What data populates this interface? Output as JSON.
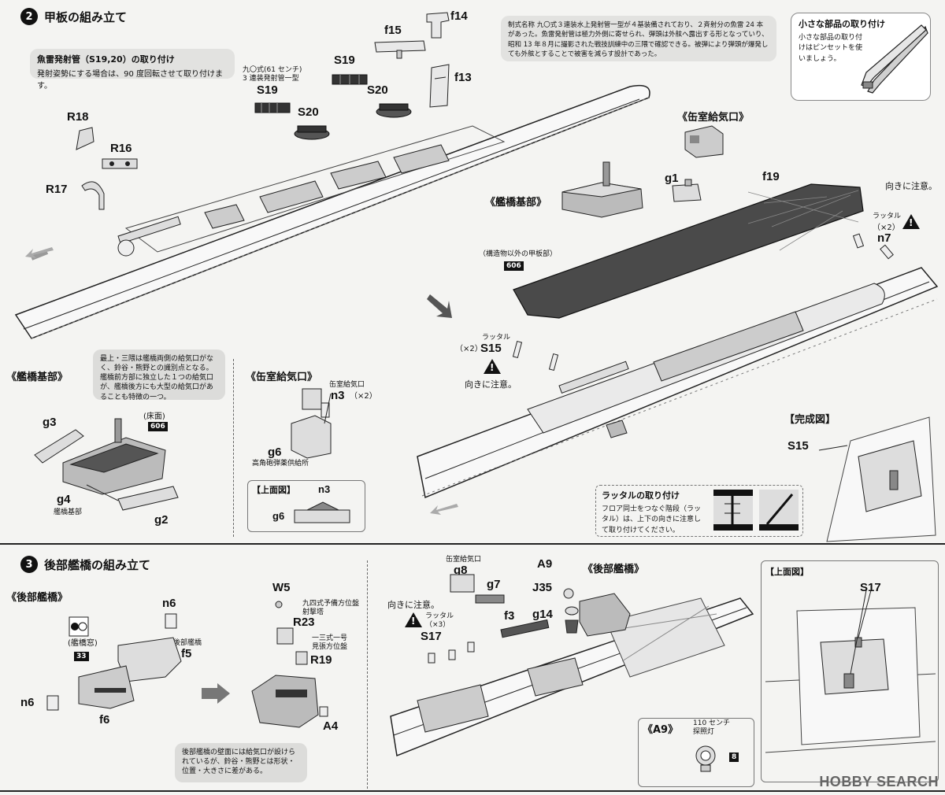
{
  "step2": {
    "number": "2",
    "title": "甲板の組み立て",
    "torpedo_note_title": "魚雷発射管（S19,20）の取り付け",
    "torpedo_note_body": "発射姿勢にする場合は、90 度回転させて取り付けます。",
    "history_note": "制式名称 九〇式３連装水上発射管一型が４基装備されており、２斉射分の魚雷 24 本があった。魚雷発射管は極力外側に寄せられ、弾頭は外舷へ露出する形となっていり、昭和 13 年８月に撮影された戦技訓練中の三隈で確認できる。被弾により弾頭が爆発しても外舷とすることで被害を減らす設計であった。",
    "small_parts_title": "小さな部品の取り付け",
    "small_parts_body": "小さな部品の取り付けはピンセットを使いましょう。",
    "bridge_base_note": "最上・三隈は艦橋両側の給気口がなく、鈴谷・熊野との識別点となる。艦橋前方部に独立した１つの給気口が、艦橋後方にも大型の給気口があることも特徴の一つ。",
    "ladder_note_title": "ラッタルの取り付け",
    "ladder_note_body": "フロア同士をつなぐ階段（ラッタル）は、上下の向きに注意して取り付けてください。",
    "torpedo_type_caption": "九〇式(61 センチ)\n3 連装発射管一型",
    "deck_caption": "（構造物以外の甲板部）",
    "ladder_caption": "ラッタル",
    "x2": "（×2）",
    "x2_b": "（×2）",
    "caution": "向きに注意。",
    "caution_b": "向きに注意。",
    "bridge_base_head": "《艦橋基部》",
    "bridge_base_head_b": "《艦橋基部》",
    "boiler_intake_head": "《缶室給気口》",
    "boiler_intake_head_b": "《缶室給気口》",
    "complete_head": "【完成図】",
    "top_view_head": "【上面図】",
    "floor_caption": "(床面)",
    "bridge_base_caption": "艦橋基部",
    "ammo_caption": "高角砲弾薬供給所",
    "boiler_caption": "缶室給気口",
    "badge_606": "606",
    "badge_606_b": "606",
    "parts": {
      "R18": "R18",
      "R16": "R16",
      "R17": "R17",
      "S19a": "S19",
      "S19b": "S19",
      "S20a": "S20",
      "S20b": "S20",
      "f15": "f15",
      "f14": "f14",
      "f13": "f13",
      "g1": "g1",
      "f19": "f19",
      "n7": "n7",
      "S15": "S15",
      "S15b": "S15",
      "g3": "g3",
      "g4": "g4",
      "g2": "g2",
      "g6": "g6",
      "g6b": "g6",
      "n3": "n3",
      "n3b": "n3",
      "n3x2": "（×2）"
    }
  },
  "step3": {
    "number": "3",
    "title": "後部艦橋の組み立て",
    "rear_bridge_head": "《後部艦橋》",
    "rear_bridge_head_b": "《後部艦橋》",
    "top_view_head": "【上面図】",
    "a9_head": "《A9》",
    "window_caption": "(艦橋窓)",
    "rear_bridge_caption": "後部艦橋",
    "director_caption": "九四式予備方位盤\n射撃塔",
    "lookout_caption": "一三式一号\n見張方位盤",
    "boiler_caption": "缶室給気口",
    "ladder_caption": "ラッタル\n（×3）",
    "caution": "向きに注意。",
    "searchlight_caption": "110 センチ\n探照灯",
    "intake_note": "後部艦橋の壁面には給気口が設けられているが、鈴谷・熊野とは形状・位置・大きさに差がある。",
    "badge_33": "33",
    "badge_8": "8",
    "parts": {
      "n6": "n6",
      "n6b": "n6",
      "f5": "f5",
      "f6": "f6",
      "W5": "W5",
      "R23": "R23",
      "R19": "R19",
      "A4": "A4",
      "g8": "g8",
      "g7": "g7",
      "f3": "f3",
      "A9": "A9",
      "J35": "J35",
      "g14": "g14",
      "S17": "S17",
      "S17b": "S17"
    }
  },
  "watermark": "HOBBY SEARCH",
  "colors": {
    "ink": "#111111",
    "paper": "#f4f4f2",
    "note_bg": "#e2e2e0",
    "deck_dark": "#4a4a4a"
  }
}
